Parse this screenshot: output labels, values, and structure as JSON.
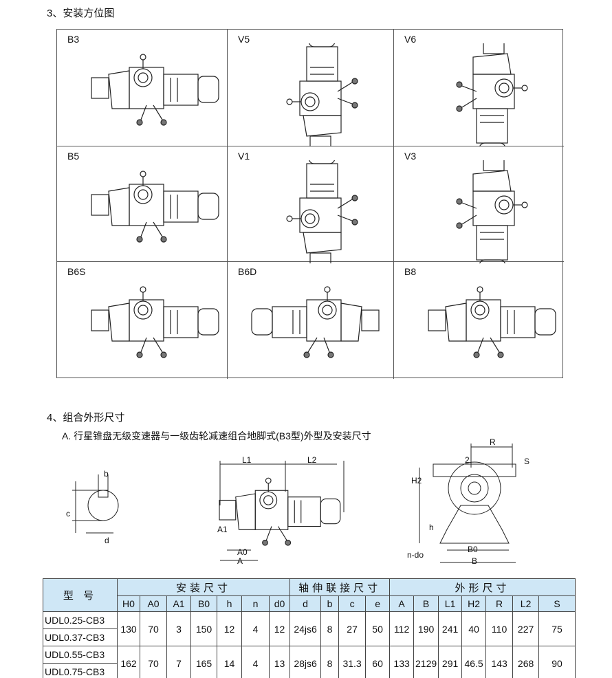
{
  "section3": {
    "title": "3、安装方位图",
    "positions": [
      "B3",
      "V5",
      "V6",
      "B5",
      "V1",
      "V3",
      "B6S",
      "B6D",
      "B8"
    ]
  },
  "section4": {
    "title": "4、组合外形尺寸",
    "subtitle": "A.  行星锥盘无级变速器与一级齿轮减速组合地脚式(B3型)外型及安装尺寸"
  },
  "diagram_labels": {
    "shaft": [
      "b",
      "c",
      "d"
    ],
    "side": [
      "L1",
      "L2",
      "A1",
      "A0",
      "A"
    ],
    "front": [
      "R",
      "S",
      "2",
      "H2",
      "h",
      "n-do",
      "B0",
      "B"
    ]
  },
  "table": {
    "model_header": "型 号",
    "groups": [
      {
        "label": "安装尺寸",
        "span": 7
      },
      {
        "label": "轴伸联接尺寸",
        "span": 4
      },
      {
        "label": "外形尺寸",
        "span": 7
      }
    ],
    "columns": [
      "H0",
      "A0",
      "A1",
      "B0",
      "h",
      "n",
      "d0",
      "d",
      "b",
      "c",
      "e",
      "A",
      "B",
      "L1",
      "H2",
      "R",
      "L2",
      "S"
    ],
    "rows": [
      {
        "models": [
          "UDL0.25-CB3",
          "UDL0.37-CB3"
        ],
        "values": [
          "130",
          "70",
          "3",
          "150",
          "12",
          "4",
          "12",
          "24js6",
          "8",
          "27",
          "50",
          "112",
          "190",
          "241",
          "40",
          "110",
          "227",
          "75"
        ]
      },
      {
        "models": [
          "UDL0.55-CB3",
          "UDL0.75-CB3"
        ],
        "values": [
          "162",
          "70",
          "7",
          "165",
          "14",
          "4",
          "13",
          "28js6",
          "8",
          "31.3",
          "60",
          "133",
          "2129",
          "291",
          "46.5",
          "143",
          "268",
          "90"
        ]
      }
    ]
  }
}
